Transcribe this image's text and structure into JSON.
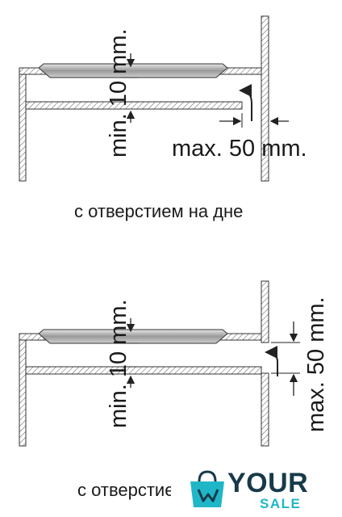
{
  "diagram_top": {
    "min_label": "min. 10 mm.",
    "max_label": "max. 50 mm.",
    "caption": "с отверстием на дне"
  },
  "diagram_bottom": {
    "min_label": "min. 10 mm.",
    "max_label": "max. 50 mm.",
    "caption": "с отверстием"
  },
  "logo": {
    "line1": "YOUR",
    "line2": "SALE",
    "colors": {
      "dark": "#173a4a",
      "accent": "#1fb6c8"
    }
  }
}
